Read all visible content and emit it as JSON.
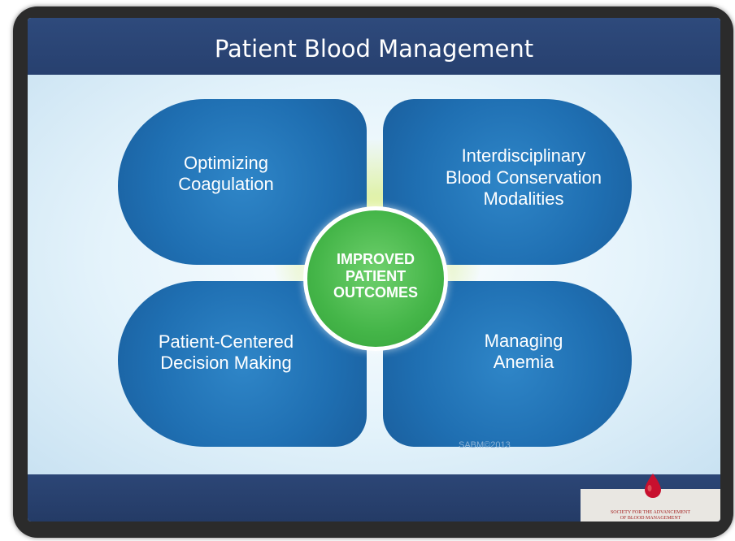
{
  "title": "Patient Blood Management",
  "center": "IMPROVED\nPATIENT\nOUTCOMES",
  "petals": [
    {
      "label": "Optimizing\nCoagulation"
    },
    {
      "label": "Interdisciplinary\nBlood Conservation\nModalities"
    },
    {
      "label": "Patient-Centered\nDecision Making"
    },
    {
      "label": "Managing\nAnemia"
    }
  ],
  "copyright": "SABM©2013",
  "logo": {
    "text": "SOCIETY FOR THE ADVANCEMENT\nOF BLOOD MANAGEMENT",
    "icon": "blood-drop-icon",
    "color": "#c8102e"
  },
  "colors": {
    "header": "#2e4a7c",
    "petal": "#1f6fb2",
    "center": "#44b548"
  }
}
